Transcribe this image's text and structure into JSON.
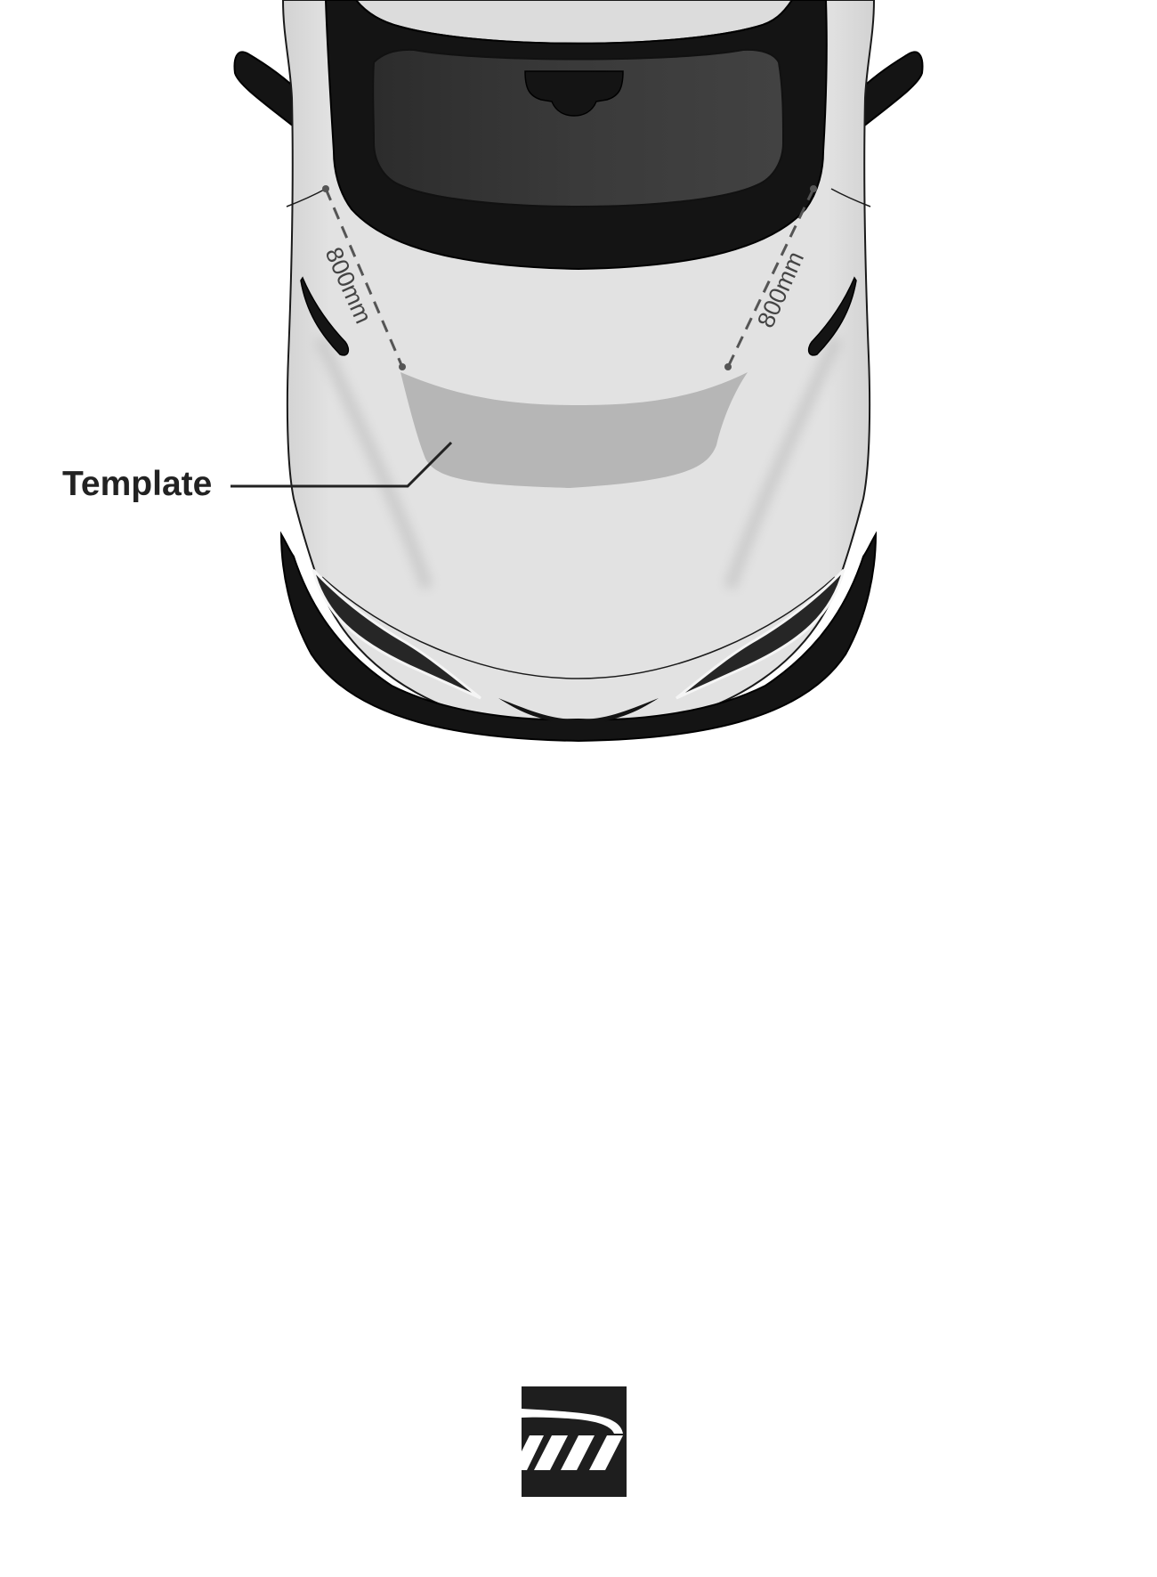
{
  "diagram": {
    "callout_label": "Template",
    "dimensions": {
      "left": "800mm",
      "right": "800mm"
    }
  },
  "colors": {
    "body_paint": "#dedede",
    "trim_black": "#141414",
    "glass_dark": "#3a3a3a",
    "template_area": "#b6b6b6",
    "dimension_line": "#555555",
    "label_text": "#222222",
    "logo": "#1e1e1e"
  },
  "logo": {
    "icon": "brand-logo-icon"
  }
}
